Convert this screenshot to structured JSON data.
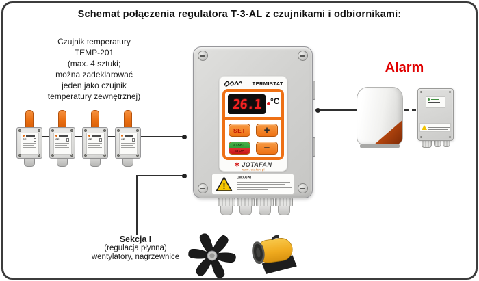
{
  "title": "Schemat połączenia regulatora T-3-AL z czujnikami i odbiornikami:",
  "sensor_note": {
    "lines": [
      "Czujnik temperatury",
      "TEMP-201",
      "(max. 4 sztuki;",
      "można zadeklarować",
      "jeden jako czujnik",
      "temperatury zewnętrznej)"
    ]
  },
  "sensor": {
    "count": 4,
    "ce_mark": "CE"
  },
  "controller": {
    "model_label": "TERMISTAT",
    "display": {
      "value": "26.1",
      "unit": "°C"
    },
    "buttons": {
      "set": "SET",
      "plus": "+",
      "start": "START",
      "stop": "STOP",
      "minus": "−"
    },
    "brand": "JOTAFAN",
    "website": "www.jotafan.pl",
    "warning_heading": "UWAGA!"
  },
  "alarm": {
    "label": "Alarm"
  },
  "section": {
    "title": "Sekcja I",
    "subtitle": "(regulacja płynna)",
    "devices": "wentylatory, nagrzewnice"
  },
  "icons": {
    "fan": "fan-icon",
    "heater": "heater-icon",
    "warning_triangle": "warning-triangle-icon",
    "brand_flower": "jotafan-flower-icon"
  },
  "colors": {
    "accent_orange": "#ee7014",
    "display_red": "#f52222",
    "alarm_red": "#e00000",
    "start_green": "#2f9e33",
    "stop_red": "#c61717",
    "wire": "#2f2f2f"
  }
}
